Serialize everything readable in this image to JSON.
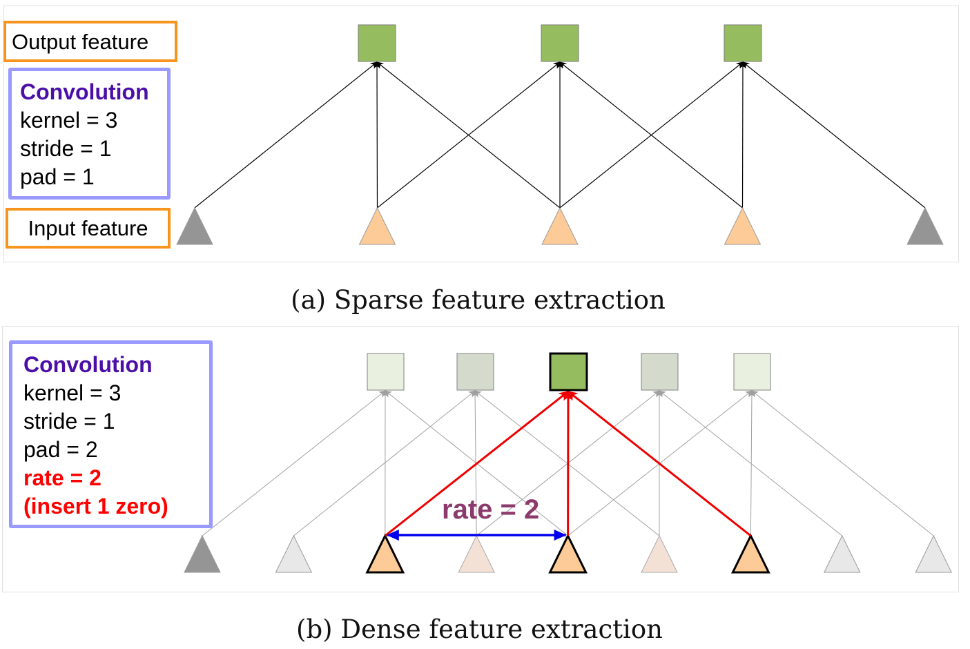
{
  "panel_a": {
    "output_label": "Output feature",
    "input_label": "Input feature",
    "conv": {
      "title": "Convolution",
      "lines": [
        "kernel = 3",
        "stride = 1",
        "pad = 1"
      ]
    },
    "caption": "(a) Sparse feature extraction",
    "inputs": [
      {
        "kind": "pad"
      },
      {
        "kind": "feature"
      },
      {
        "kind": "feature"
      },
      {
        "kind": "feature"
      },
      {
        "kind": "pad"
      }
    ],
    "outputs": [
      {
        "sources": [
          0,
          1,
          2
        ]
      },
      {
        "sources": [
          1,
          2,
          3
        ]
      },
      {
        "sources": [
          2,
          3,
          4
        ]
      }
    ]
  },
  "panel_b": {
    "conv": {
      "title": "Convolution",
      "lines": [
        "kernel = 3",
        "stride = 1",
        "pad = 2"
      ],
      "highlight_lines": [
        "rate = 2",
        "(insert 1 zero)"
      ]
    },
    "rate_annotation": "rate = 2",
    "caption": "(b) Dense feature extraction",
    "inputs": [
      {
        "kind": "pad"
      },
      {
        "kind": "pad-faded"
      },
      {
        "kind": "feature-active"
      },
      {
        "kind": "feature-faded"
      },
      {
        "kind": "feature-active"
      },
      {
        "kind": "feature-faded"
      },
      {
        "kind": "feature-active"
      },
      {
        "kind": "pad-faded"
      },
      {
        "kind": "pad-faded"
      }
    ],
    "outputs": [
      {
        "sources": [
          0,
          2,
          4
        ],
        "shade": "light"
      },
      {
        "sources": [
          1,
          3,
          5
        ],
        "shade": "mid"
      },
      {
        "sources": [
          2,
          4,
          6
        ],
        "shade": "active"
      },
      {
        "sources": [
          3,
          5,
          7
        ],
        "shade": "mid"
      },
      {
        "sources": [
          4,
          6,
          8
        ],
        "shade": "light"
      }
    ],
    "rate_span": [
      2,
      4
    ]
  },
  "colors": {
    "output_green": "#95bd5f",
    "output_mid": "#d5dbcc",
    "output_light": "#e9f0e0",
    "input_orange": "#fdcb97",
    "input_orange_faded": "#f3e1d6",
    "pad_gray": "#959595",
    "pad_gray_faded": "#e8e8e8",
    "edge_black": "#000000",
    "edge_gray": "#a0a0a0",
    "edge_red": "#ee0000",
    "rate_arrow_blue": "#0000ee",
    "label_orange": "#f7941d",
    "conv_border": "#9999ff"
  }
}
